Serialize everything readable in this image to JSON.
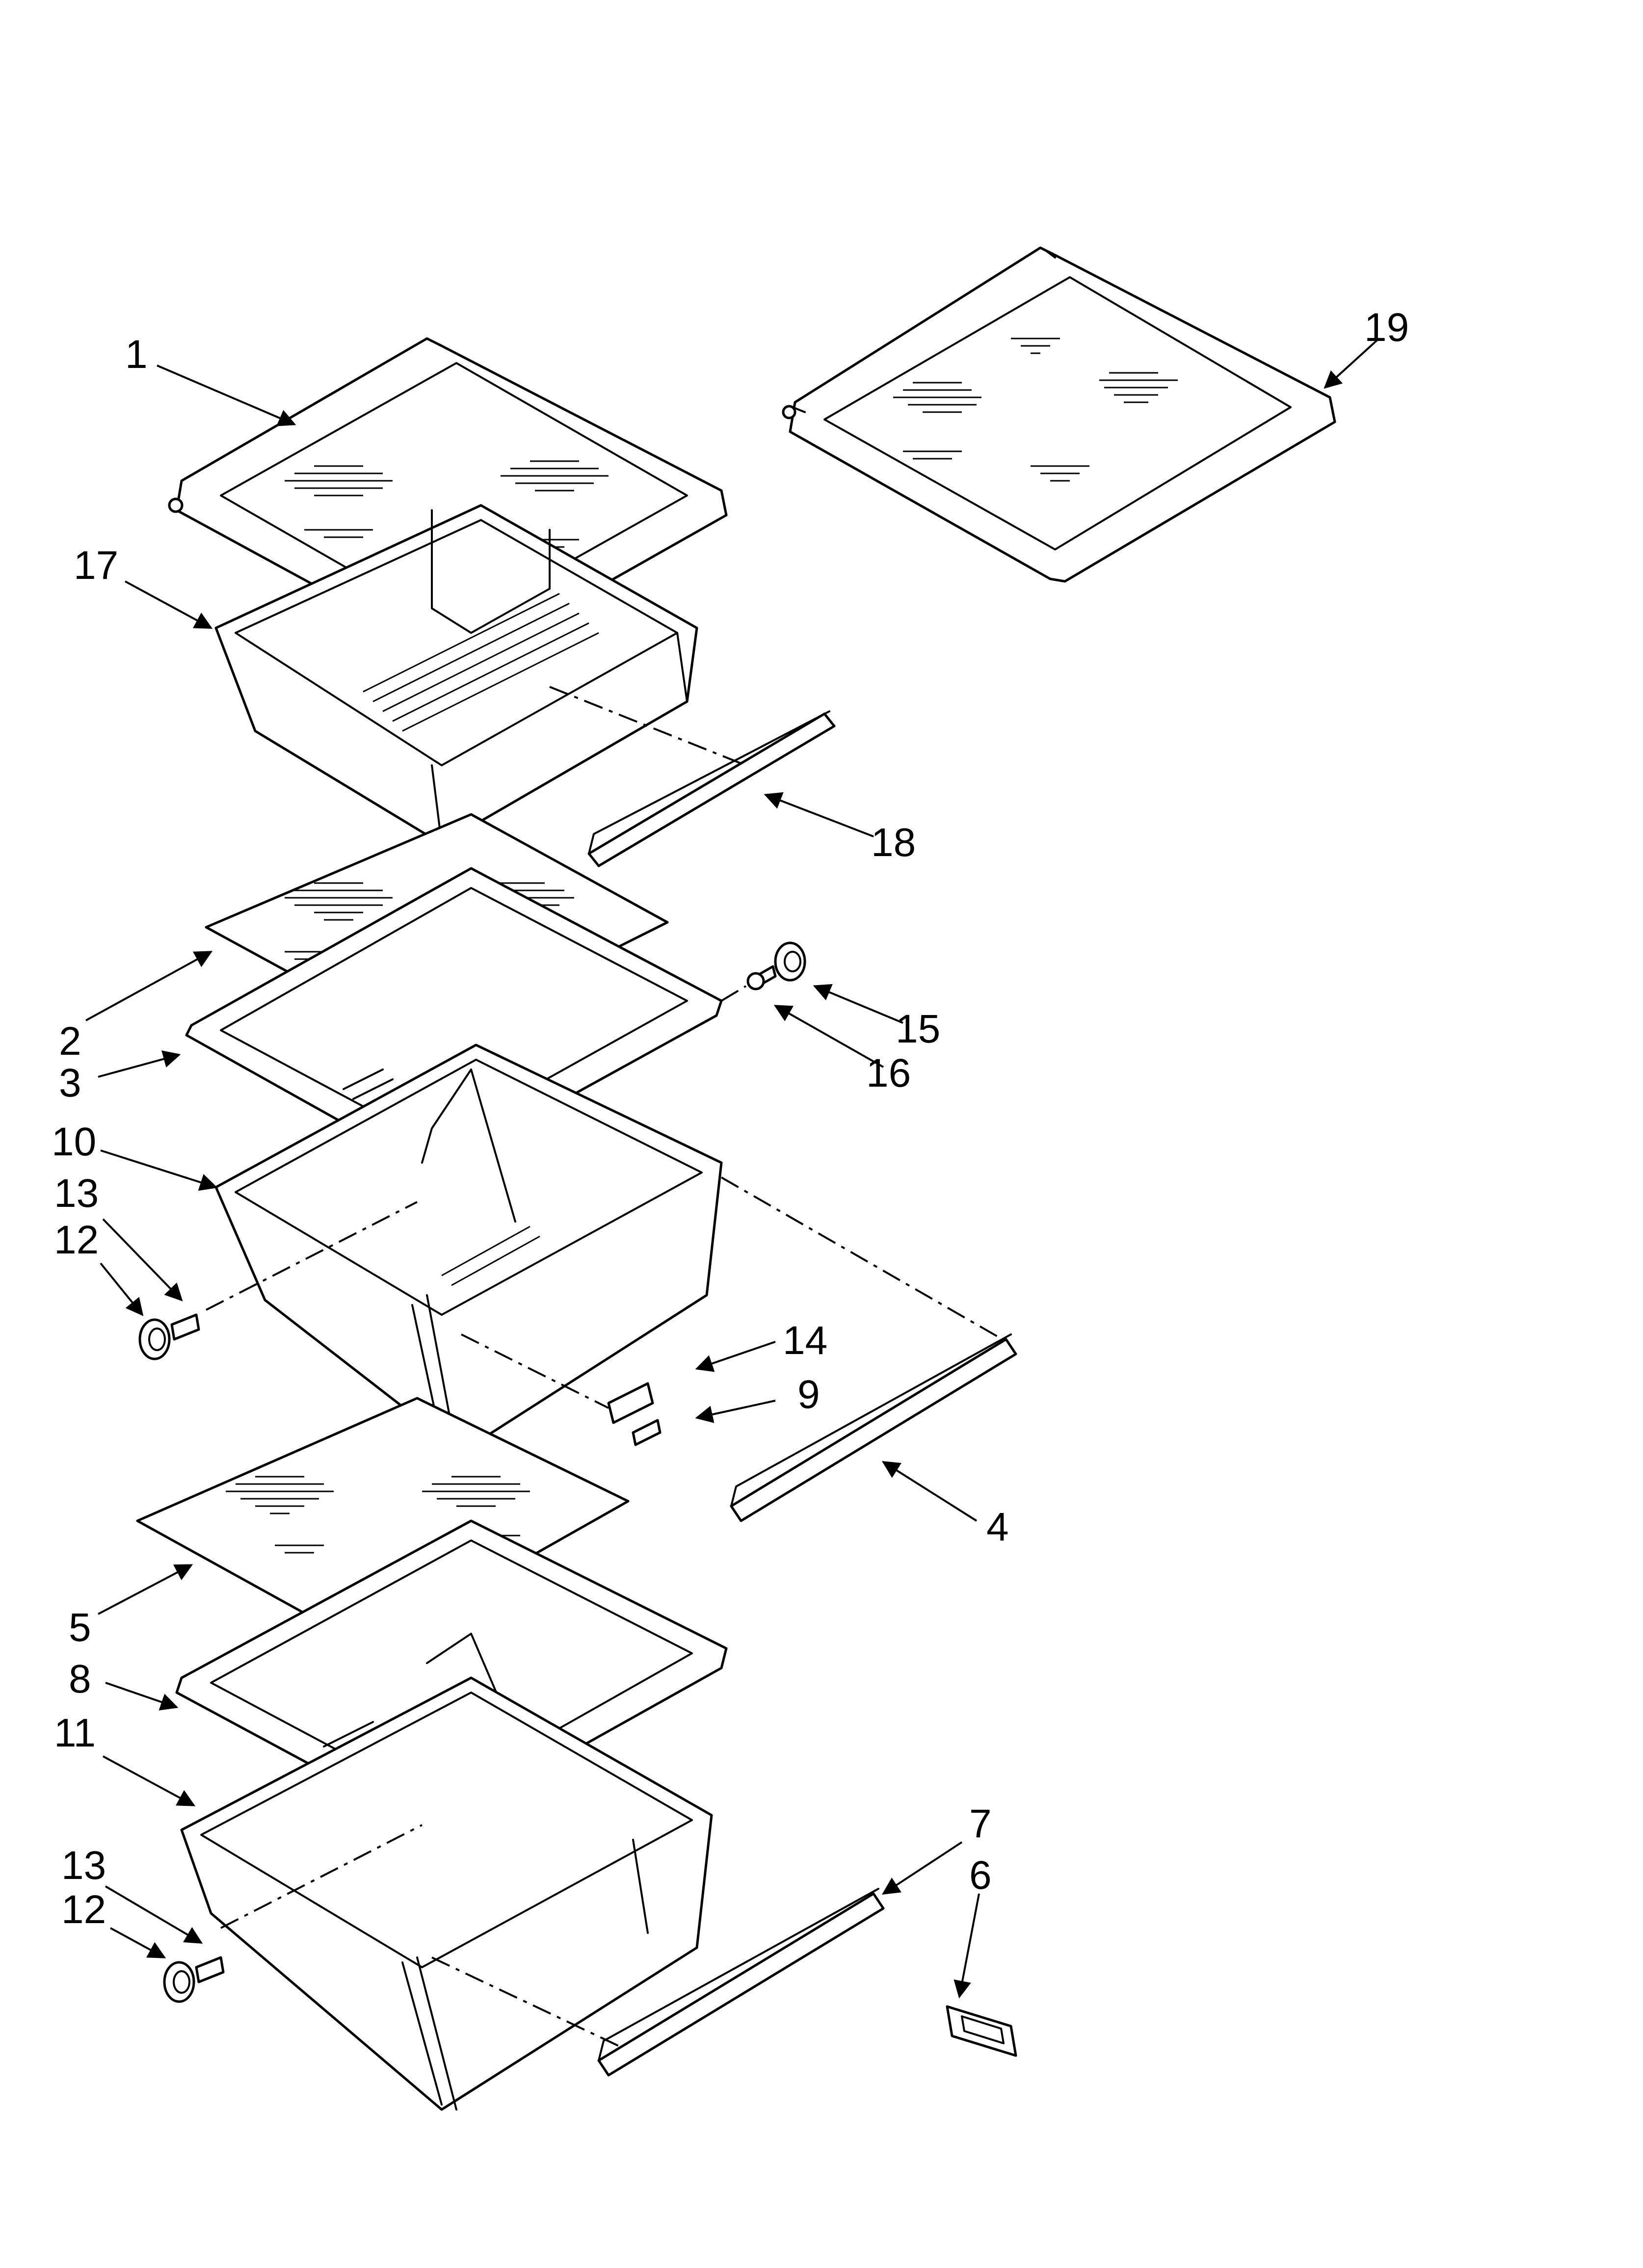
{
  "callouts": {
    "c1": "1",
    "c2": "2",
    "c3": "3",
    "c4": "4",
    "c5": "5",
    "c6": "6",
    "c7": "7",
    "c8": "8",
    "c9": "9",
    "c10": "10",
    "c11": "11",
    "c12a": "12",
    "c12b": "12",
    "c13a": "13",
    "c13b": "13",
    "c14": "14",
    "c15": "15",
    "c16": "16",
    "c17": "17",
    "c18": "18",
    "c19": "19"
  }
}
